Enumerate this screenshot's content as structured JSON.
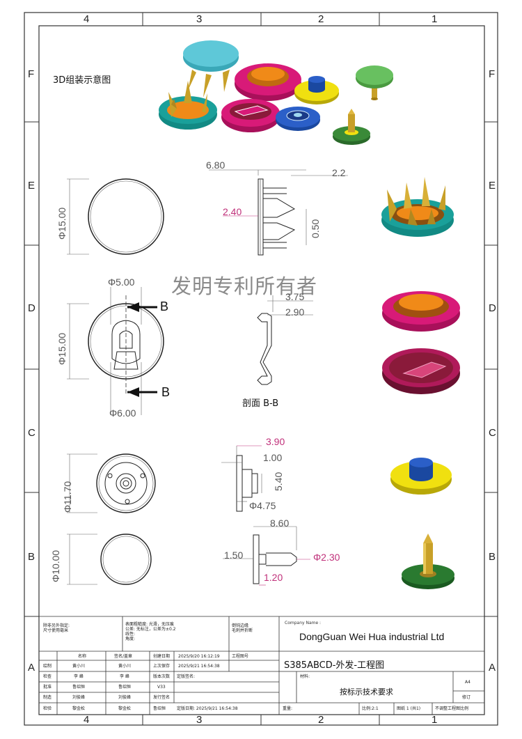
{
  "frame": {
    "zones_top": [
      "4",
      "3",
      "2",
      "1"
    ],
    "zones_bottom": [
      "4",
      "3",
      "2",
      "1"
    ],
    "zones_left": [
      "F",
      "E",
      "D",
      "C",
      "B",
      "A"
    ],
    "zones_right": [
      "F",
      "E",
      "D",
      "C",
      "B",
      "A"
    ]
  },
  "title_3d": "3D组装示意图",
  "watermark": "发明专利所有者",
  "dimensions": {
    "d15_top": "Φ15.00",
    "d680": "6.80",
    "d22": "2.2",
    "d240": "2.40",
    "d050": "0.50",
    "d500": "Φ5.00",
    "d15_mid": "Φ15.00",
    "d600": "Φ6.00",
    "d375": "3.75",
    "d290": "2.90",
    "d390": "3.90",
    "d100": "1.00",
    "d540": "5.40",
    "d475": "Φ4.75",
    "d1170": "Φ11.70",
    "d860": "8.60",
    "d150": "1.50",
    "d230": "Φ2.30",
    "d120": "1.20",
    "d1000": "Φ10.00"
  },
  "section_marker": "B",
  "section_label": "剖面 B-B",
  "title_block": {
    "note_left": "除非另外指定:\n尺寸使用毫米",
    "surface": "表面粗糙度: 光滑，无压痕\n公差: 无标注，公差为±0.2\n线性:\n角度:",
    "edge": "倒钝边缘\n毛刺并折断",
    "company_label": "Company Name :",
    "company": "DongGuan Wei Hua industrial Ltd",
    "drawing_title": "S385ABCD-外发-工程图",
    "material_label": "材料:",
    "requirement": "按标示技术要求",
    "size": "A4",
    "revise": "修订",
    "header": [
      "名称",
      "签名/盖章",
      "创建日期",
      "2025/9/20 16:12:19",
      "工程图号"
    ],
    "rows": [
      [
        "绘制",
        "黄小川",
        "黄小川",
        "上次保存",
        "2025/9/21 16:54:38"
      ],
      [
        "检查",
        "李 峰",
        "李 峰",
        "版本次数",
        "定版签名:"
      ],
      [
        "批准",
        "鲁绍恒",
        "鲁绍恒",
        "V33",
        ""
      ],
      [
        "制造",
        "刘俊峰",
        "刘俊峰",
        "发行签名",
        ""
      ],
      [
        "检验",
        "黎金松",
        "黎金松",
        "鲁绍恒",
        "定版日期:  2025/9/21 16:54:38"
      ]
    ],
    "weight": "重量:",
    "scale": "比例:2:1",
    "sheet": "图纸 1 (共1)",
    "noscale": "不调整工程图比例"
  },
  "colors": {
    "cyan": "#5ec8d8",
    "gold": "#c8a028",
    "orange": "#f08a18",
    "magenta": "#d81a78",
    "yellow": "#f0e010",
    "blue": "#2b5fc8",
    "green": "#68c060",
    "teal": "#1aa09a",
    "darkred": "#8a1a3a",
    "pink_dim": "#c0307a"
  }
}
